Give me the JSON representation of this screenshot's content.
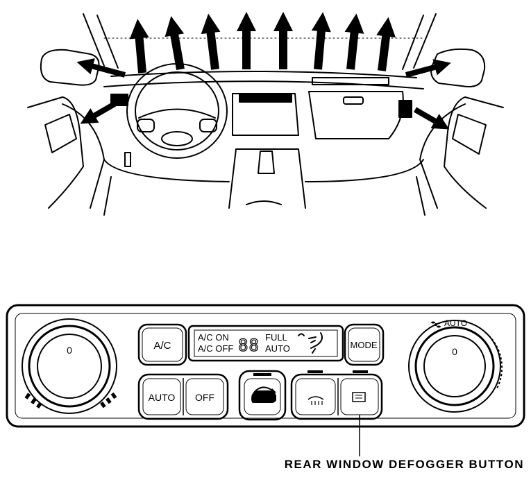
{
  "panel": {
    "ac_button": "A/C",
    "mode_button": "MODE",
    "auto_button": "AUTO",
    "off_button": "OFF",
    "dial_left_mark": "0",
    "dial_right_mark": "0",
    "dial_right_label": "AUTO",
    "display": {
      "ac_on": "A/C ON",
      "ac_off": "A/C OFF",
      "digits": "88",
      "full": "FULL",
      "auto": "AUTO"
    }
  },
  "callout": {
    "label": "REAR WINDOW DEFOGGER BUTTON"
  },
  "colors": {
    "ink": "#000000",
    "paper": "#ffffff"
  }
}
